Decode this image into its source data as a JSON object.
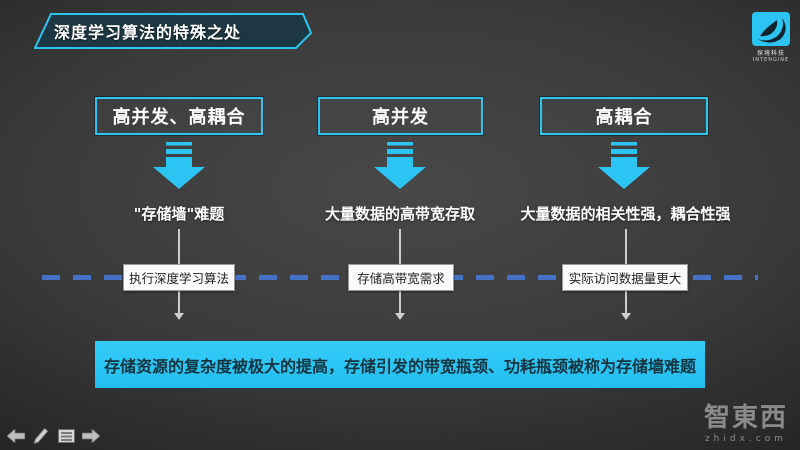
{
  "slide": {
    "title": "深度学习算法的特殊之处"
  },
  "logo": {
    "name_cn": "探境科技",
    "name_en": "INTENGINE"
  },
  "columns": [
    {
      "box_label": "高并发、高耦合",
      "description": "\"存储墙\"难题",
      "tag": "执行深度学习算法"
    },
    {
      "box_label": "高并发",
      "description": "大量数据的高带宽存取",
      "tag": "存储高带宽需求"
    },
    {
      "box_label": "高耦合",
      "description": "大量数据的相关性强，耦合性强",
      "tag": "实际访问数据量更大"
    }
  ],
  "conclusion_banner": "存储资源的复杂度被极大的提高，存储引发的带宽瓶颈、功耗瓶颈被称为存储墙难题",
  "nav_controls": {
    "previous": "left-block-arrow-icon",
    "pen": "pen-icon",
    "slides_menu": "slide-list-icon",
    "next": "right-block-arrow-icon"
  },
  "watermark": {
    "brand": "智東西",
    "site": "zhidx.com"
  },
  "colors": {
    "accent_cyan": "#2BC4F3",
    "banner_cyan": "#29C5F6",
    "dashed_blue": "#4472C4",
    "connector_gray": "#CDCDCD"
  }
}
